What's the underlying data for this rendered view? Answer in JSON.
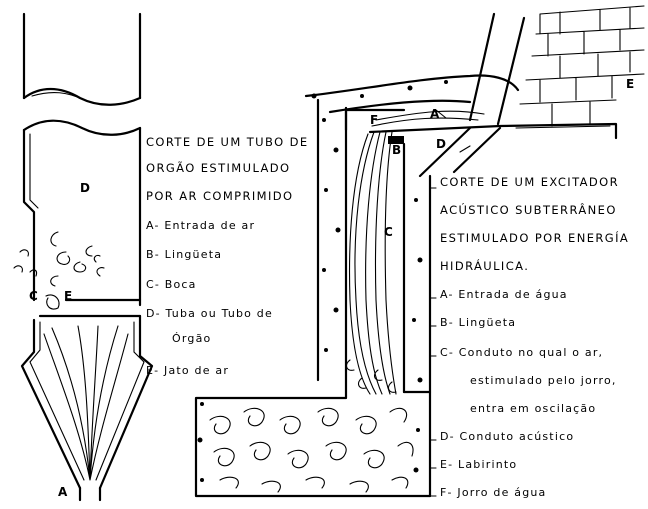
{
  "organ_pipe": {
    "caption": [
      "CORTE DE UM TUBO DE",
      "ORGÃO   ESTIMULADO",
      "POR AR COMPRIMIDO"
    ],
    "legend": [
      "A- Entrada de ar",
      "B- Lingüeta",
      "C- Boca",
      "D- Tuba ou Tubo de",
      "Órgão",
      "E- Jato de ar"
    ],
    "labels": {
      "A": "A",
      "C": "C",
      "D": "D",
      "E": "E"
    }
  },
  "exciter": {
    "caption": [
      "CORTE DE UM EXCITADOR",
      "ACÚSTICO SUBTERRÂNEO",
      "ESTIMULADO POR ENERGÍA",
      "HIDRÁULICA."
    ],
    "legend": [
      "A- Entrada de água",
      "B- Lingüeta",
      "C- Conduto no qual o ar,",
      "estimulado pelo jorro,",
      "entra em oscilação",
      "D- Conduto acústico",
      "E- Labirinto",
      "F- Jorro de água"
    ],
    "labels": {
      "A": "A",
      "B": "B",
      "C": "C",
      "D": "D",
      "E": "E",
      "F": "F"
    }
  }
}
